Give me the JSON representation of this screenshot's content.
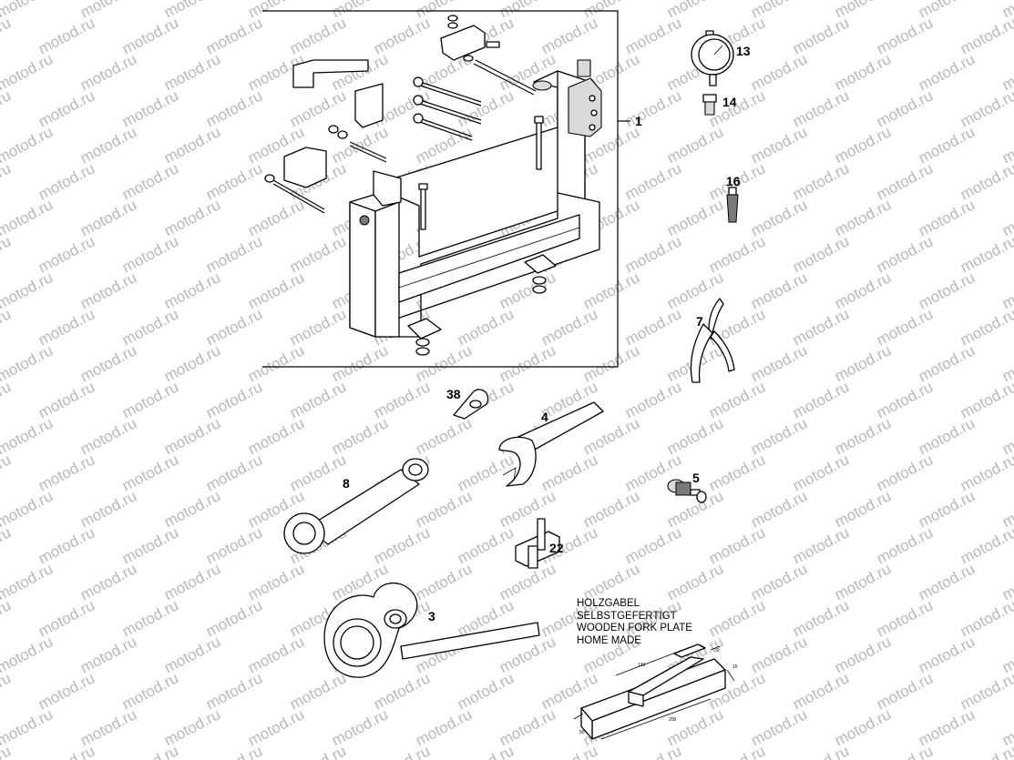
{
  "watermark": "motod.ru",
  "parts": {
    "stand": "1",
    "gauge": "13",
    "adapter": "14",
    "tool16": "16",
    "pliers": "7",
    "tool38": "38",
    "hook_wrench": "4",
    "pin_wrench": "8",
    "puller": "5",
    "gauge_plate": "22",
    "holder": "3"
  },
  "note": {
    "line1": "HOLZGABEL",
    "line2": "SELBSTGEFERTIGT",
    "line3": "WOODEN FORK PLATE",
    "line4": "HOME MADE"
  },
  "dimensions": {
    "d1": "130",
    "d2": "20",
    "d3": "15",
    "d4": "200",
    "d5": "50"
  }
}
